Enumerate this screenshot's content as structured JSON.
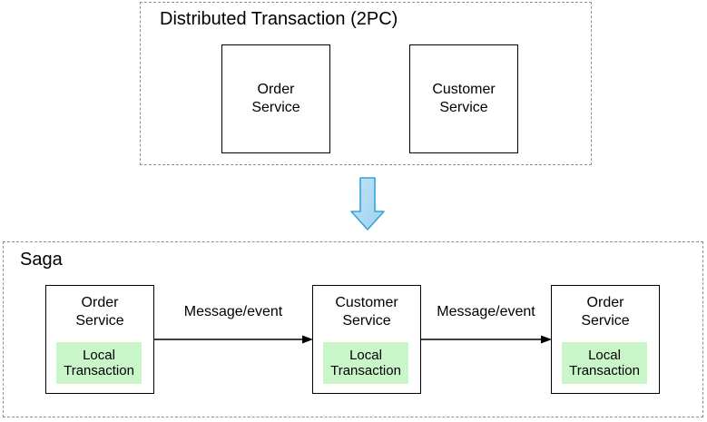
{
  "colors": {
    "local_transaction_fill": "#c9f6c9",
    "down_arrow_fill_light": "#bfe3f7",
    "down_arrow_fill_dark": "#9fd2ef",
    "down_arrow_stroke": "#38a1dc",
    "group_dashed_border": "#8f8f8f",
    "node_border": "#000000"
  },
  "two_pc": {
    "title": "Distributed Transaction (2PC)",
    "nodes": [
      {
        "label": "Order\nService"
      },
      {
        "label": "Customer\nService"
      }
    ]
  },
  "saga": {
    "title": "Saga",
    "nodes": [
      {
        "label": "Order\nService",
        "local": "Local\nTransaction"
      },
      {
        "label": "Customer\nService",
        "local": "Local\nTransaction"
      },
      {
        "label": "Order\nService",
        "local": "Local\nTransaction"
      }
    ],
    "edges": [
      {
        "label": "Message/event"
      },
      {
        "label": "Message/event"
      }
    ]
  }
}
